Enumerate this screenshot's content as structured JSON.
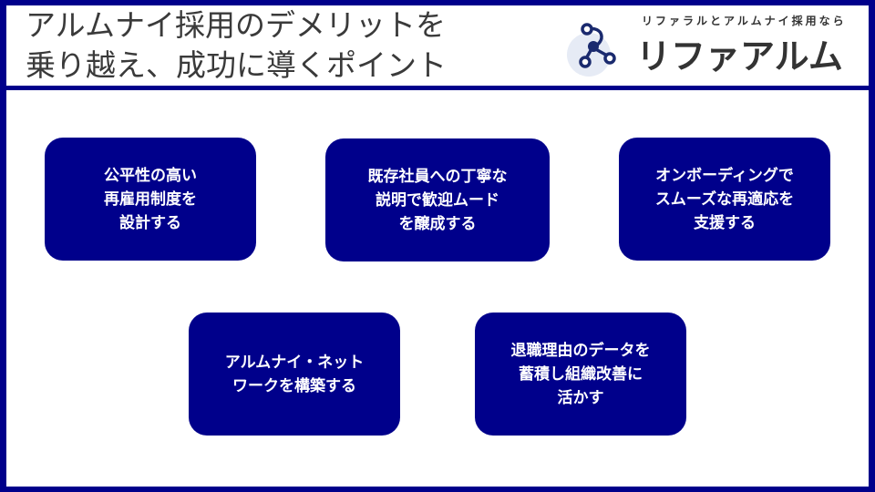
{
  "header": {
    "title_line1": "アルムナイ採用のデメリットを",
    "title_line2": "乗り越え、成功に導くポイント"
  },
  "logo": {
    "tagline": "リファラルとアルムナイ採用なら",
    "brand": "リファアルム",
    "icon": "network-nodes-icon"
  },
  "colors": {
    "accent": "#00008b",
    "text": "#3a3a3a"
  },
  "cards": [
    {
      "text": "公平性の高い\n再雇用制度を\n設計する"
    },
    {
      "text": "既存社員への丁寧な\n説明で歓迎ムード\nを醸成する"
    },
    {
      "text": "オンボーディングで\nスムーズな再適応を\n支援する"
    },
    {
      "text": "アルムナイ・ネット\nワークを構築する"
    },
    {
      "text": "退職理由のデータを\n蓄積し組織改善に\n活かす"
    }
  ]
}
